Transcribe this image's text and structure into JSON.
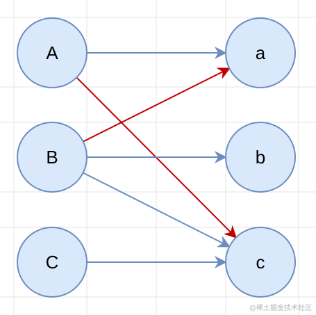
{
  "nodes": [
    {
      "id": "A",
      "label": "A"
    },
    {
      "id": "B",
      "label": "B"
    },
    {
      "id": "C",
      "label": "C"
    },
    {
      "id": "a",
      "label": "a"
    },
    {
      "id": "b",
      "label": "b"
    },
    {
      "id": "c",
      "label": "c"
    }
  ],
  "edges": [
    {
      "from": "A",
      "to": "a",
      "color": "#6c8ebf"
    },
    {
      "from": "A",
      "to": "c",
      "color": "#c00000"
    },
    {
      "from": "B",
      "to": "a",
      "color": "#c00000"
    },
    {
      "from": "B",
      "to": "b",
      "color": "#6c8ebf"
    },
    {
      "from": "B",
      "to": "c",
      "color": "#6c8ebf"
    },
    {
      "from": "C",
      "to": "c",
      "color": "#6c8ebf"
    }
  ],
  "style": {
    "node_fill": "#dae8fc",
    "node_stroke": "#6c8ebf",
    "grid_color": "#e6e6e6"
  },
  "watermark": "@稀土掘金技术社区"
}
